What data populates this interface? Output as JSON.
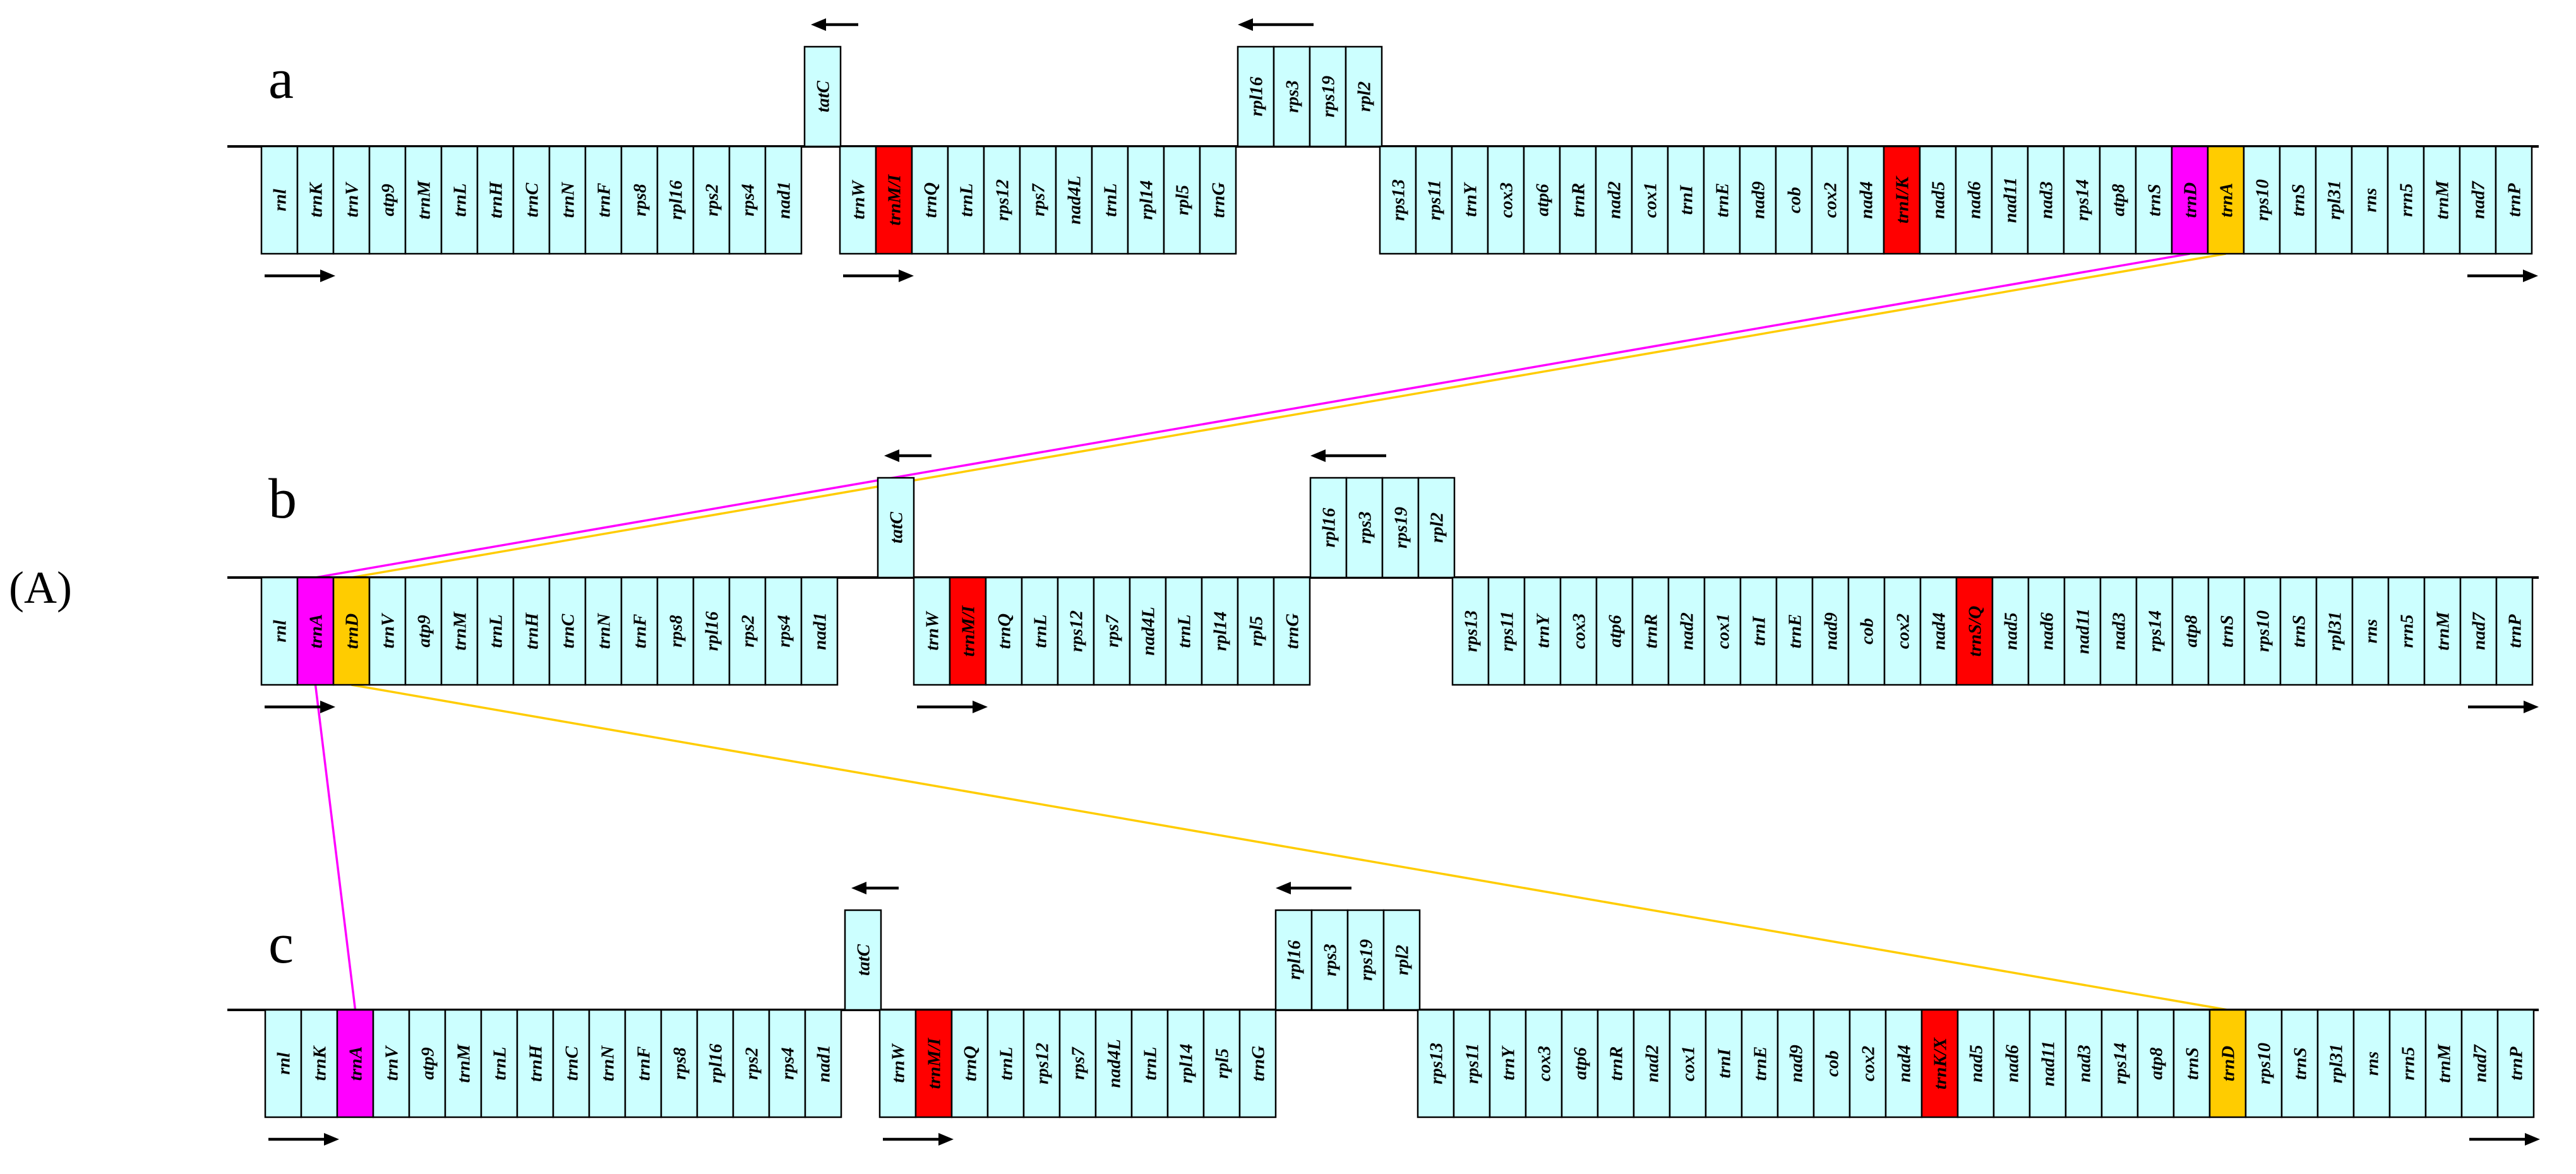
{
  "panel_label": "(A)",
  "colors": {
    "gene_fill": "#ccffff",
    "rearranged_red": "#ff0000",
    "trnA_magenta": "#ff00ff",
    "trnD_orange": "#ffcc00",
    "border": "#000000"
  },
  "rows": [
    {
      "letter": "a",
      "blocks": [
        {
          "strand": "forward",
          "genes": [
            {
              "name": "rnl"
            },
            {
              "name": "trnK"
            },
            {
              "name": "trnV"
            },
            {
              "name": "atp9"
            },
            {
              "name": "trnM"
            },
            {
              "name": "trnL"
            },
            {
              "name": "trnH"
            },
            {
              "name": "trnC"
            },
            {
              "name": "trnN"
            },
            {
              "name": "trnF"
            },
            {
              "name": "rps8"
            },
            {
              "name": "rpl16"
            },
            {
              "name": "rps2"
            },
            {
              "name": "rps4"
            },
            {
              "name": "nad1"
            }
          ]
        },
        {
          "strand": "reverse",
          "genes": [
            {
              "name": "tatC"
            }
          ]
        },
        {
          "strand": "forward",
          "genes": [
            {
              "name": "trnW"
            },
            {
              "name": "trnM/I",
              "color": "red"
            },
            {
              "name": "trnQ"
            },
            {
              "name": "trnL"
            },
            {
              "name": "rps12"
            },
            {
              "name": "rps7"
            },
            {
              "name": "nad4L"
            },
            {
              "name": "trnL"
            },
            {
              "name": "rpl14"
            },
            {
              "name": "rpl5"
            },
            {
              "name": "trnG"
            }
          ]
        },
        {
          "strand": "reverse",
          "genes": [
            {
              "name": "rpl16"
            },
            {
              "name": "rps3"
            },
            {
              "name": "rps19"
            },
            {
              "name": "rpl2"
            }
          ]
        },
        {
          "strand": "forward",
          "genes": [
            {
              "name": "rps13"
            },
            {
              "name": "rps11"
            },
            {
              "name": "trnY"
            },
            {
              "name": "cox3"
            },
            {
              "name": "atp6"
            },
            {
              "name": "trnR"
            },
            {
              "name": "nad2"
            },
            {
              "name": "cox1"
            },
            {
              "name": "trnI"
            },
            {
              "name": "trnE"
            },
            {
              "name": "nad9"
            },
            {
              "name": "cob"
            },
            {
              "name": "cox2"
            },
            {
              "name": "nad4"
            },
            {
              "name": "trnI/K",
              "color": "red"
            },
            {
              "name": "nad5"
            },
            {
              "name": "nad6"
            },
            {
              "name": "nad11"
            },
            {
              "name": "nad3"
            },
            {
              "name": "rps14"
            },
            {
              "name": "atp8"
            },
            {
              "name": "trnS"
            },
            {
              "name": "trnD",
              "color": "magenta"
            },
            {
              "name": "trnA",
              "color": "orange"
            },
            {
              "name": "rps10"
            },
            {
              "name": "trnS"
            },
            {
              "name": "rpl31"
            },
            {
              "name": "rns"
            },
            {
              "name": "rrn5"
            },
            {
              "name": "trnM"
            },
            {
              "name": "nad7"
            },
            {
              "name": "trnP"
            }
          ]
        }
      ]
    },
    {
      "letter": "b",
      "blocks": [
        {
          "strand": "forward",
          "genes": [
            {
              "name": "rnl"
            },
            {
              "name": "trnA",
              "color": "magenta"
            },
            {
              "name": "trnD",
              "color": "orange"
            },
            {
              "name": "trnV"
            },
            {
              "name": "atp9"
            },
            {
              "name": "trnM"
            },
            {
              "name": "trnL"
            },
            {
              "name": "trnH"
            },
            {
              "name": "trnC"
            },
            {
              "name": "trnN"
            },
            {
              "name": "trnF"
            },
            {
              "name": "rps8"
            },
            {
              "name": "rpl16"
            },
            {
              "name": "rps2"
            },
            {
              "name": "rps4"
            },
            {
              "name": "nad1"
            }
          ]
        },
        {
          "strand": "reverse",
          "genes": [
            {
              "name": "tatC"
            }
          ]
        },
        {
          "strand": "forward",
          "genes": [
            {
              "name": "trnW"
            },
            {
              "name": "trnM/I",
              "color": "red"
            },
            {
              "name": "trnQ"
            },
            {
              "name": "trnL"
            },
            {
              "name": "rps12"
            },
            {
              "name": "rps7"
            },
            {
              "name": "nad4L"
            },
            {
              "name": "trnL"
            },
            {
              "name": "rpl14"
            },
            {
              "name": "rpl5"
            },
            {
              "name": "trnG"
            }
          ]
        },
        {
          "strand": "reverse",
          "genes": [
            {
              "name": "rpl16"
            },
            {
              "name": "rps3"
            },
            {
              "name": "rps19"
            },
            {
              "name": "rpl2"
            }
          ]
        },
        {
          "strand": "forward",
          "genes": [
            {
              "name": "rps13"
            },
            {
              "name": "rps11"
            },
            {
              "name": "trnY"
            },
            {
              "name": "cox3"
            },
            {
              "name": "atp6"
            },
            {
              "name": "trnR"
            },
            {
              "name": "nad2"
            },
            {
              "name": "cox1"
            },
            {
              "name": "trnI"
            },
            {
              "name": "trnE"
            },
            {
              "name": "nad9"
            },
            {
              "name": "cob"
            },
            {
              "name": "cox2"
            },
            {
              "name": "nad4"
            },
            {
              "name": "trnS/Q",
              "color": "red"
            },
            {
              "name": "nad5"
            },
            {
              "name": "nad6"
            },
            {
              "name": "nad11"
            },
            {
              "name": "nad3"
            },
            {
              "name": "rps14"
            },
            {
              "name": "atp8"
            },
            {
              "name": "trnS"
            },
            {
              "name": "rps10"
            },
            {
              "name": "trnS"
            },
            {
              "name": "rpl31"
            },
            {
              "name": "rns"
            },
            {
              "name": "rrn5"
            },
            {
              "name": "trnM"
            },
            {
              "name": "nad7"
            },
            {
              "name": "trnP"
            }
          ]
        }
      ]
    },
    {
      "letter": "c",
      "blocks": [
        {
          "strand": "forward",
          "genes": [
            {
              "name": "rnl"
            },
            {
              "name": "trnK"
            },
            {
              "name": "trnA",
              "color": "magenta"
            },
            {
              "name": "trnV"
            },
            {
              "name": "atp9"
            },
            {
              "name": "trnM"
            },
            {
              "name": "trnL"
            },
            {
              "name": "trnH"
            },
            {
              "name": "trnC"
            },
            {
              "name": "trnN"
            },
            {
              "name": "trnF"
            },
            {
              "name": "rps8"
            },
            {
              "name": "rpl16"
            },
            {
              "name": "rps2"
            },
            {
              "name": "rps4"
            },
            {
              "name": "nad1"
            }
          ]
        },
        {
          "strand": "reverse",
          "genes": [
            {
              "name": "tatC"
            }
          ]
        },
        {
          "strand": "forward",
          "genes": [
            {
              "name": "trnW"
            },
            {
              "name": "trnM/I",
              "color": "red"
            },
            {
              "name": "trnQ"
            },
            {
              "name": "trnL"
            },
            {
              "name": "rps12"
            },
            {
              "name": "rps7"
            },
            {
              "name": "nad4L"
            },
            {
              "name": "trnL"
            },
            {
              "name": "rpl14"
            },
            {
              "name": "rpl5"
            },
            {
              "name": "trnG"
            }
          ]
        },
        {
          "strand": "reverse",
          "genes": [
            {
              "name": "rpl16"
            },
            {
              "name": "rps3"
            },
            {
              "name": "rps19"
            },
            {
              "name": "rpl2"
            }
          ]
        },
        {
          "strand": "forward",
          "genes": [
            {
              "name": "rps13"
            },
            {
              "name": "rps11"
            },
            {
              "name": "trnY"
            },
            {
              "name": "cox3"
            },
            {
              "name": "atp6"
            },
            {
              "name": "trnR"
            },
            {
              "name": "nad2"
            },
            {
              "name": "cox1"
            },
            {
              "name": "trnI"
            },
            {
              "name": "trnE"
            },
            {
              "name": "nad9"
            },
            {
              "name": "cob"
            },
            {
              "name": "cox2"
            },
            {
              "name": "nad4"
            },
            {
              "name": "trnK/X",
              "color": "red"
            },
            {
              "name": "nad5"
            },
            {
              "name": "nad6"
            },
            {
              "name": "nad11"
            },
            {
              "name": "nad3"
            },
            {
              "name": "rps14"
            },
            {
              "name": "atp8"
            },
            {
              "name": "trnS"
            },
            {
              "name": "trnD",
              "color": "orange"
            },
            {
              "name": "rps10"
            },
            {
              "name": "trnS"
            },
            {
              "name": "rpl31"
            },
            {
              "name": "rns"
            },
            {
              "name": "rrn5"
            },
            {
              "name": "trnM"
            },
            {
              "name": "nad7"
            },
            {
              "name": "trnP"
            }
          ]
        }
      ]
    }
  ],
  "links": [
    {
      "color": "magenta",
      "from": {
        "row": 0,
        "gene": "trnD"
      },
      "to": {
        "row": 1,
        "gene": "trnA"
      }
    },
    {
      "color": "orange",
      "from": {
        "row": 0,
        "gene": "trnA"
      },
      "to": {
        "row": 1,
        "gene": "trnD"
      }
    },
    {
      "color": "magenta",
      "from": {
        "row": 1,
        "gene": "trnA"
      },
      "to": {
        "row": 2,
        "gene": "trnA"
      }
    },
    {
      "color": "orange",
      "from": {
        "row": 1,
        "gene": "trnD"
      },
      "to": {
        "row": 2,
        "gene": "trnD"
      }
    }
  ]
}
